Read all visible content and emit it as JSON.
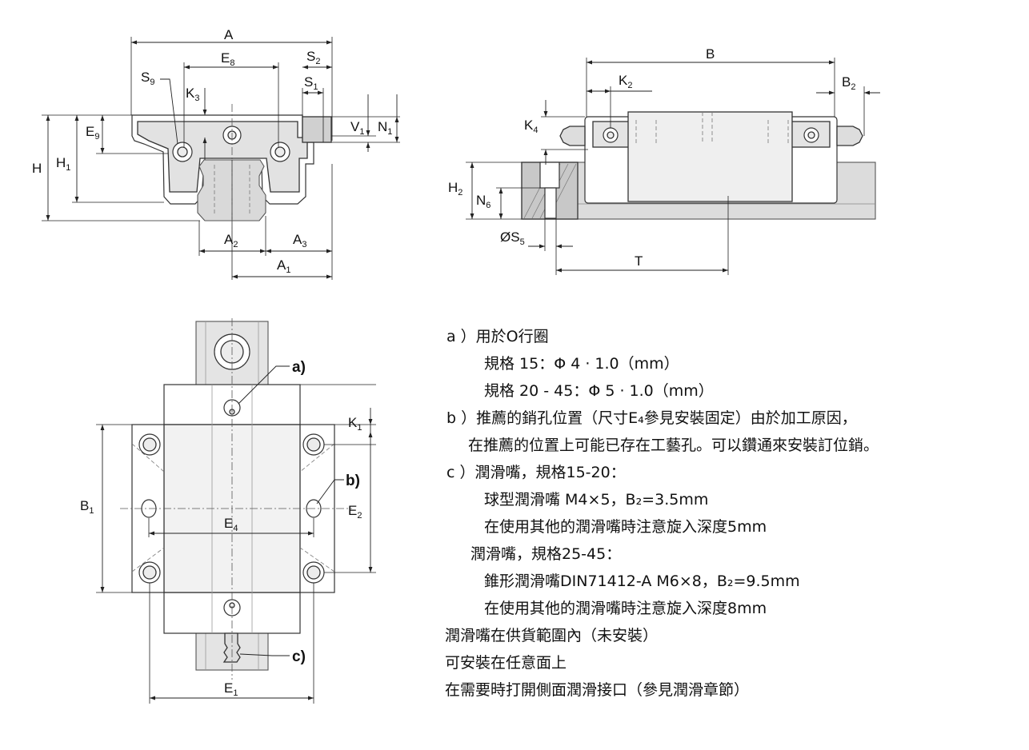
{
  "labels": {
    "A": "A",
    "E8": "E",
    "E8_sub": "8",
    "S2": "S",
    "S2_sub": "2",
    "S1": "S",
    "S1_sub": "1",
    "S9": "S",
    "S9_sub": "9",
    "K3": "K",
    "K3_sub": "3",
    "E9": "E",
    "E9_sub": "9",
    "V1": "V",
    "V1_sub": "1",
    "N1": "N",
    "N1_sub": "1",
    "H": "H",
    "H1": "H",
    "H1_sub": "1",
    "A2": "A",
    "A2_sub": "2",
    "A3": "A",
    "A3_sub": "3",
    "A1": "A",
    "A1_sub": "1",
    "B": "B",
    "K2": "K",
    "K2_sub": "2",
    "B2": "B",
    "B2_sub": "2",
    "K4": "K",
    "K4_sub": "4",
    "H2": "H",
    "H2_sub": "2",
    "N6": "N",
    "N6_sub": "6",
    "S5": "ØS",
    "S5_sub": "5",
    "T": "T",
    "K1": "K",
    "K1_sub": "1",
    "B1": "B",
    "B1_sub": "1",
    "E2": "E",
    "E2_sub": "2",
    "E4": "E",
    "E4_sub": "4",
    "E1": "E",
    "E1_sub": "1",
    "callout_a": "a)",
    "callout_b": "b)",
    "callout_c": "c)"
  },
  "notes": [
    "a ）用於O行圈",
    "規格 15：Φ 4 · 1.0（mm）",
    "規格 20 - 45：Φ 5 · 1.0（mm）",
    "b ）推薦的銷孔位置（尺寸E₄參見安裝固定）由於加工原因，",
    "在推薦的位置上可能已存在工藝孔。可以鑽通來安裝訂位銷。",
    "c ）潤滑嘴，規格15-20：",
    "球型潤滑嘴 M4×5，B₂=3.5mm",
    "在使用其他的潤滑嘴時注意旋入深度5mm",
    "潤滑嘴，規格25-45：",
    "錐形潤滑嘴DIN71412-A M6×8，B₂=9.5mm",
    "在使用其他的潤滑嘴時注意旋入深度8mm",
    "潤滑嘴在供貨範圍內（未安裝）",
    "可安裝在任意面上",
    "在需要時打開側面潤滑接口（參見潤滑章節）"
  ]
}
